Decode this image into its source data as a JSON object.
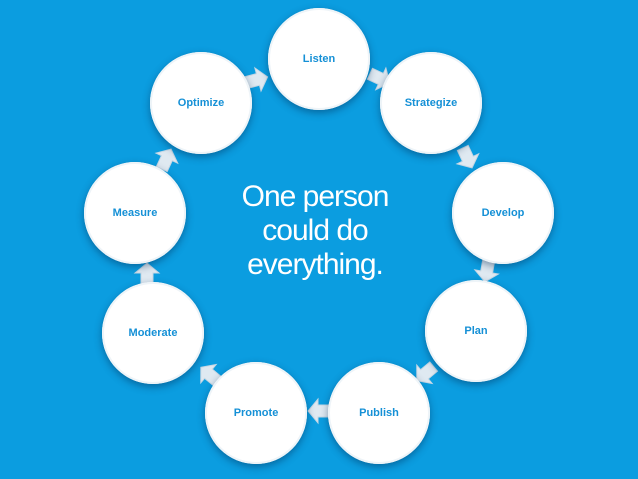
{
  "diagram": {
    "center_lines": [
      "One person",
      "could do",
      "everything."
    ],
    "steps": [
      {
        "label": "Listen"
      },
      {
        "label": "Strategize"
      },
      {
        "label": "Develop"
      },
      {
        "label": "Plan"
      },
      {
        "label": "Publish"
      },
      {
        "label": "Promote"
      },
      {
        "label": "Moderate"
      },
      {
        "label": "Measure"
      },
      {
        "label": "Optimize"
      }
    ],
    "arrow_icon": "chevron-arrow-icon",
    "colors": {
      "background": "#0b9de0",
      "node_fill": "#ffffff",
      "node_text": "#1590d6",
      "center_text": "#ffffff",
      "arrow_fill": "#dfe9f1"
    }
  }
}
